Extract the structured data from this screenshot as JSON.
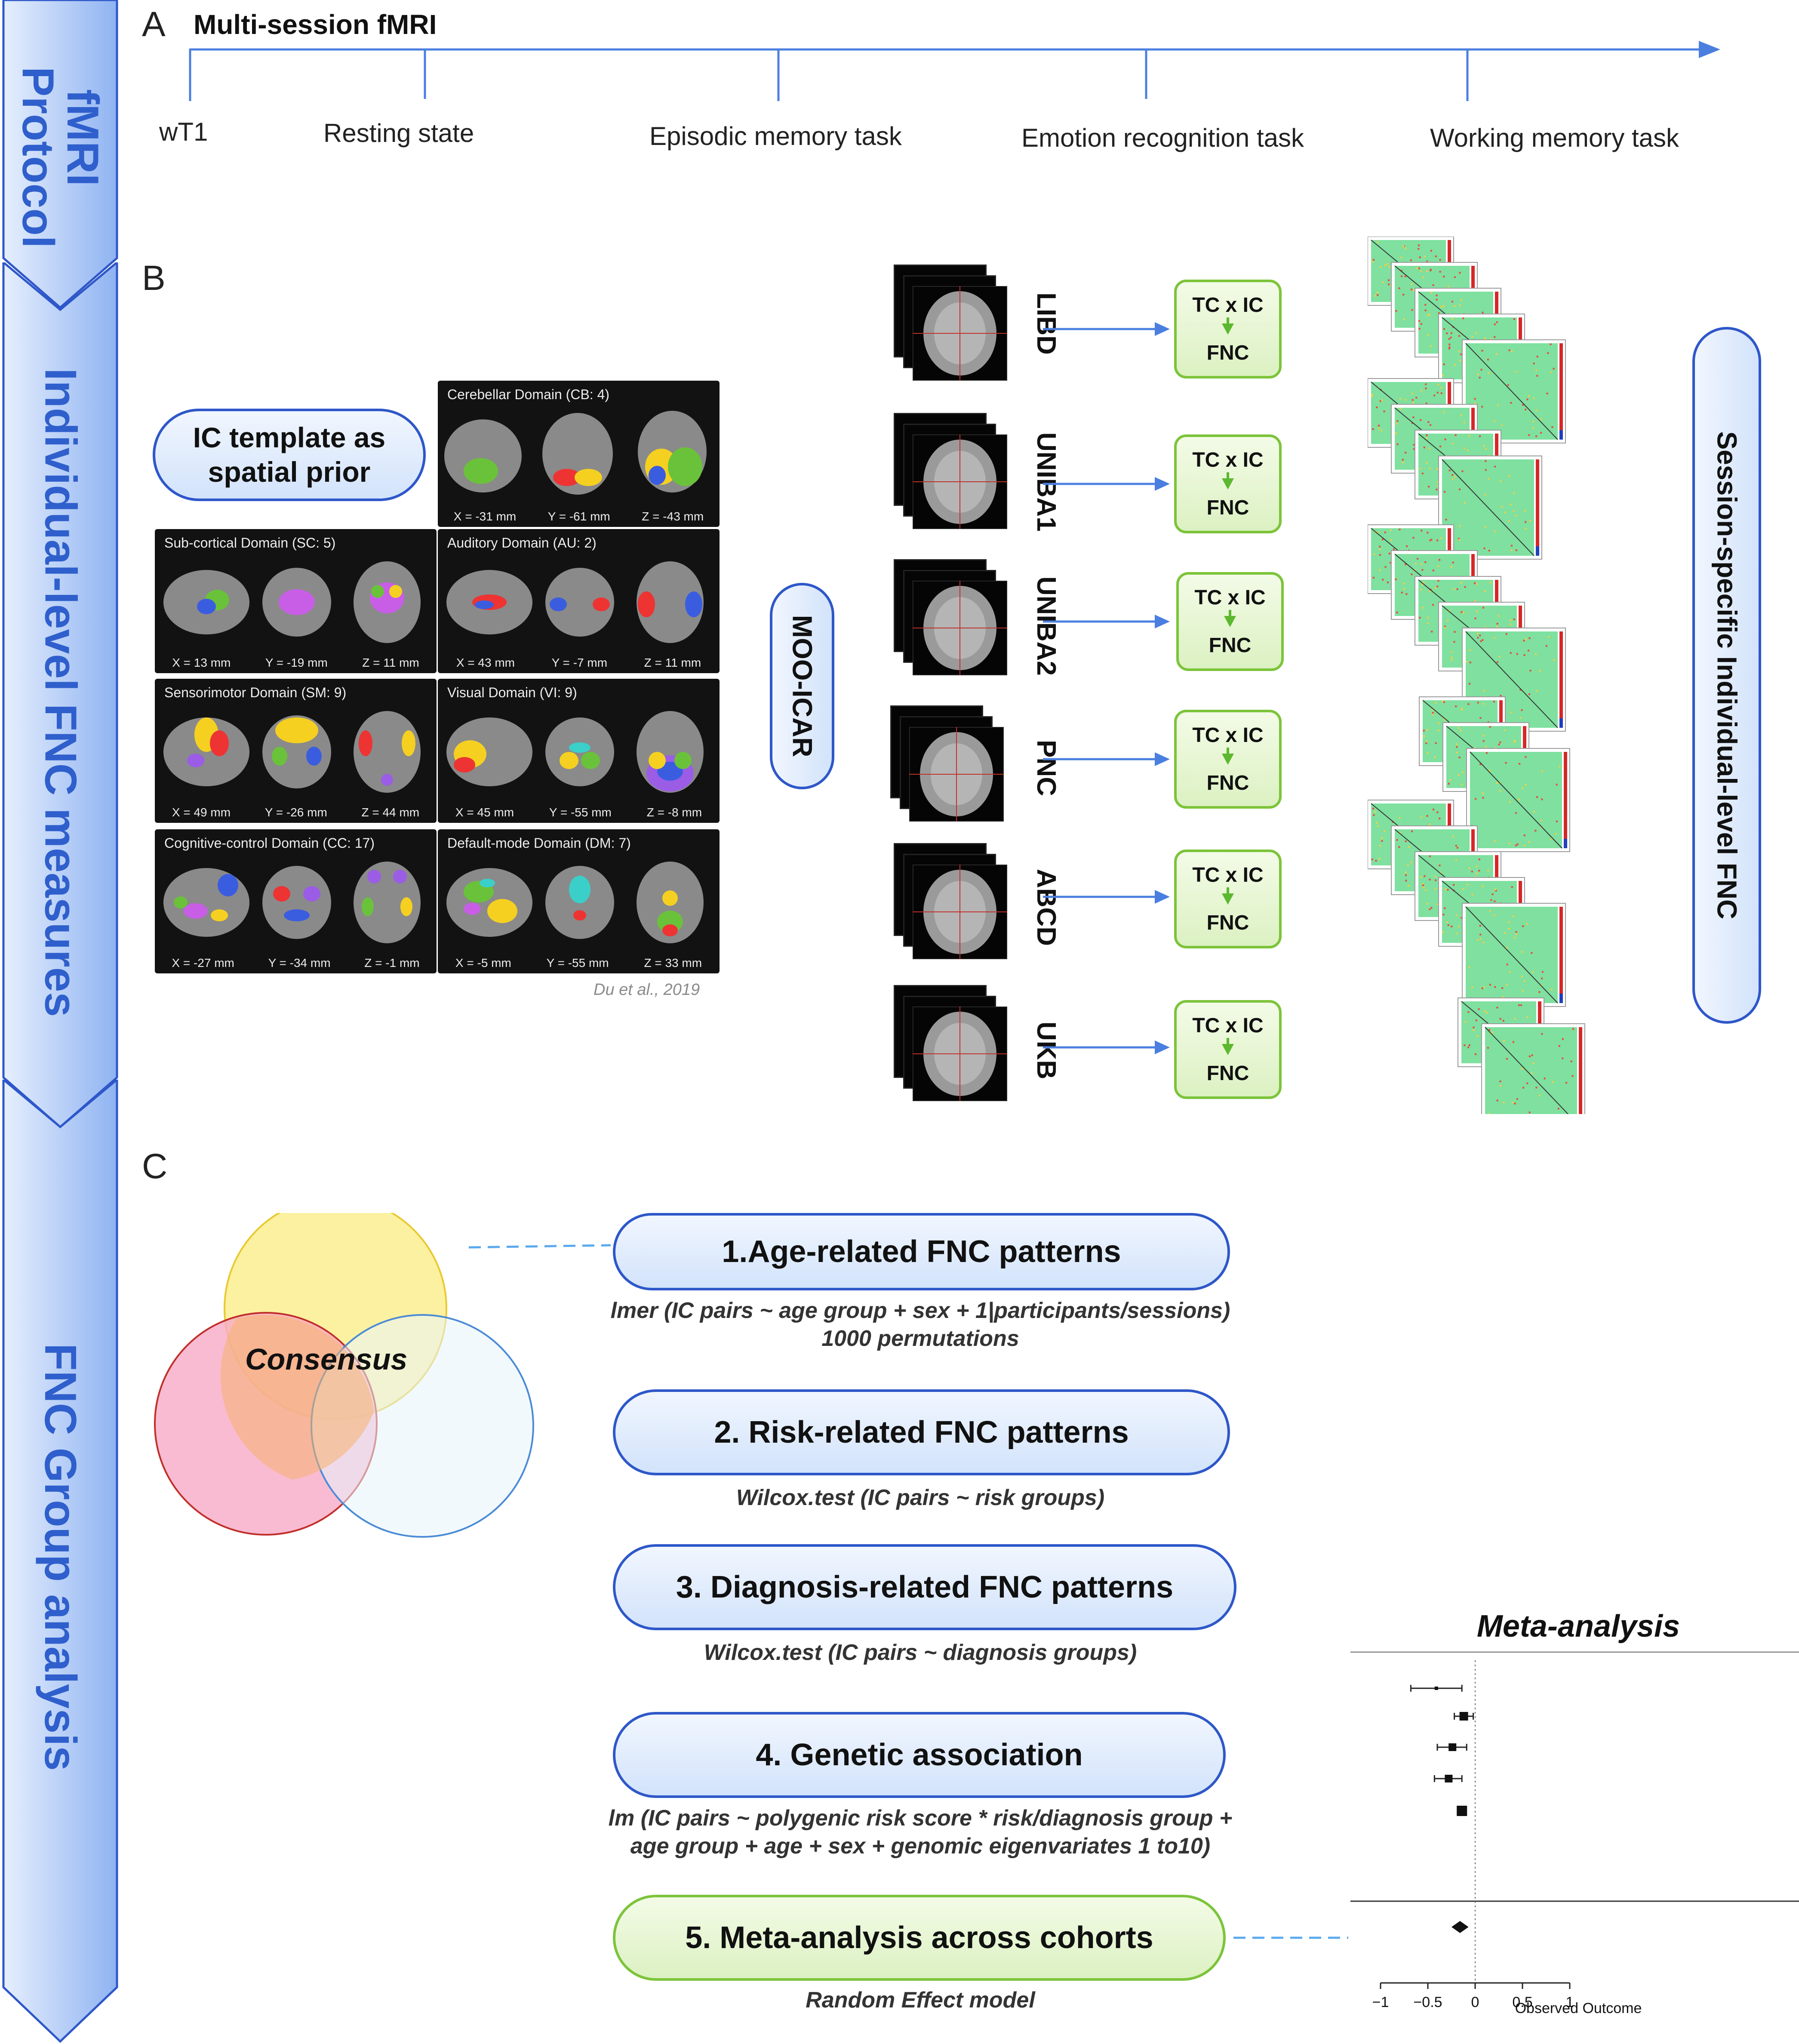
{
  "side_sections": [
    {
      "label": "fMRI Protocol"
    },
    {
      "label": "Individual-level FNC measures"
    },
    {
      "label": "FNC Group analysis"
    }
  ],
  "panel_a": {
    "letter": "A",
    "title": "Multi-session fMRI",
    "timeline": [
      "wT1",
      "Resting state",
      "Episodic memory task",
      "Emotion recognition task",
      "Working memory task"
    ]
  },
  "panel_b": {
    "letter": "B",
    "ic_template": "IC template as spatial prior",
    "domains": [
      {
        "title": "Cerebellar Domain (CB: 4)",
        "coords": [
          "X = -31 mm",
          "Y = -61 mm",
          "Z = -43 mm"
        ]
      },
      {
        "title": "Sub-cortical Domain (SC: 5)",
        "coords": [
          "X = 13 mm",
          "Y = -19 mm",
          "Z = 11 mm"
        ]
      },
      {
        "title": "Auditory Domain (AU: 2)",
        "coords": [
          "X = 43 mm",
          "Y = -7 mm",
          "Z = 11 mm"
        ]
      },
      {
        "title": "Sensorimotor Domain (SM: 9)",
        "coords": [
          "X = 49 mm",
          "Y = -26 mm",
          "Z = 44 mm"
        ]
      },
      {
        "title": "Visual Domain (VI: 9)",
        "coords": [
          "X = 45 mm",
          "Y = -55 mm",
          "Z = -8 mm"
        ]
      },
      {
        "title": "Cognitive-control Domain (CC: 17)",
        "coords": [
          "X = -27 mm",
          "Y = -34 mm",
          "Z = -1 mm"
        ]
      },
      {
        "title": "Default-mode Domain (DM: 7)",
        "coords": [
          "X = -5 mm",
          "Y = -55 mm",
          "Z = 33 mm"
        ]
      }
    ],
    "citation": "Du et al., 2019",
    "method": "MOO-ICAR",
    "cohorts": [
      "LIBD",
      "UNIBA1",
      "UNIBA2",
      "PNC",
      "ABCD",
      "UKB"
    ],
    "fnc_box": {
      "top": "TC x IC",
      "bottom": "FNC"
    },
    "output_label": "Session-specific Individual-level FNC"
  },
  "panel_c": {
    "letter": "C",
    "venn_label": "Consensus",
    "steps": [
      {
        "label": "1.Age-related FNC patterns",
        "formula": [
          "lmer (IC pairs ~ age group + sex + 1|participants/sessions)",
          "1000 permutations"
        ]
      },
      {
        "label": "2. Risk-related FNC patterns",
        "formula": [
          "Wilcox.test (IC pairs ~ risk groups)"
        ]
      },
      {
        "label": "3. Diagnosis-related FNC patterns",
        "formula": [
          "Wilcox.test (IC pairs ~ diagnosis groups)"
        ]
      },
      {
        "label": "4. Genetic association",
        "formula": [
          "lm (IC pairs ~ polygenic risk score * risk/diagnosis group +",
          "age group + age + sex + genomic eigenvariates 1 to10)"
        ]
      },
      {
        "label": "5. Meta-analysis across cohorts",
        "formula": [
          "Random Effect model"
        ]
      }
    ]
  },
  "chart_data": {
    "type": "forest",
    "title": "Meta-analysis",
    "xlabel": "Observed Outcome",
    "xlim": [
      -1,
      1
    ],
    "ticks": [
      "−1",
      "−0.5",
      "0",
      "0.5",
      "1"
    ],
    "studies": [
      {
        "estimate": -0.41,
        "lower": -0.68,
        "upper": -0.14
      },
      {
        "estimate": -0.12,
        "lower": -0.22,
        "upper": -0.02
      },
      {
        "estimate": -0.24,
        "lower": -0.4,
        "upper": -0.09
      },
      {
        "estimate": -0.28,
        "lower": -0.43,
        "upper": -0.14
      },
      {
        "estimate": -0.14,
        "lower": -0.17,
        "upper": -0.11
      }
    ],
    "pooled": {
      "estimate": -0.16,
      "lower": -0.25,
      "upper": -0.07
    }
  },
  "colors": {
    "accent_blue": "#2e57c9",
    "arrow_blue": "#4a7fe0",
    "green": "#7cc43a",
    "venn_yellow": "#fbef8f",
    "venn_pink": "#f7aac7",
    "venn_lightblue": "#e8f4fb"
  }
}
